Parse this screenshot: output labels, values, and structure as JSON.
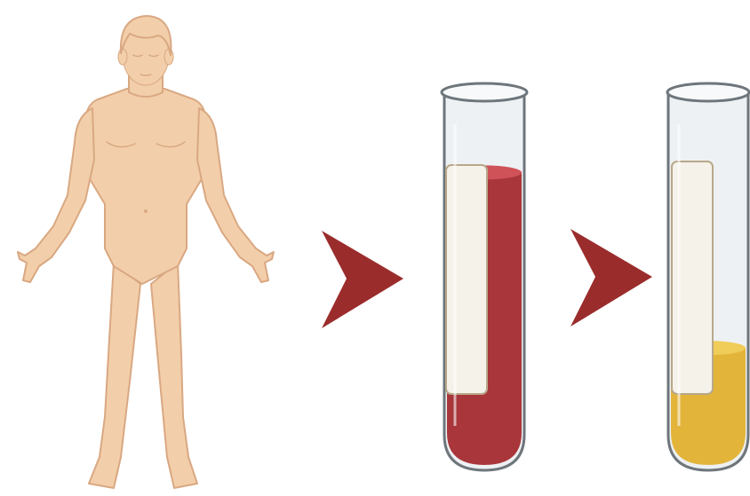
{
  "diagram": {
    "steps": [
      {
        "id": "human",
        "icon": "human-figure-icon"
      },
      {
        "id": "arrow-1",
        "icon": "chevron-right-icon"
      },
      {
        "id": "blood-tube",
        "icon": "blood-test-tube-icon",
        "fill_level": 0.8
      },
      {
        "id": "arrow-2",
        "icon": "chevron-right-icon"
      },
      {
        "id": "serum-tube",
        "icon": "serum-test-tube-icon",
        "fill_level": 0.32
      }
    ]
  },
  "colors": {
    "skin": "#f2cfaa",
    "skin_outline": "#d9a882",
    "hair": "#3e2f28",
    "arrow": "#9b2c2c",
    "blood": "#a9363a",
    "blood_top": "#cf5259",
    "serum": "#e2b43a",
    "serum_top": "#f0cc58",
    "glass": "#eef1f3",
    "glass_outline": "#6e767c",
    "label": "#f5f2ea"
  }
}
